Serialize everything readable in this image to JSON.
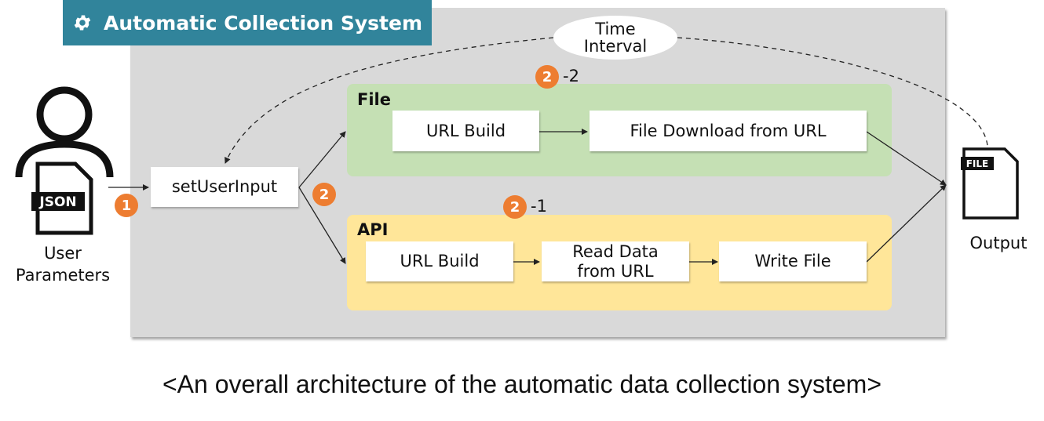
{
  "system": {
    "title": "Automatic Collection System",
    "icon": "gear-icon"
  },
  "time_interval": "Time\nInterval",
  "user": {
    "json_tag": "JSON",
    "label_line1": "User",
    "label_line2": "Parameters"
  },
  "set_user_input": "setUserInput",
  "file_group": {
    "label": "File",
    "url_build": "URL Build",
    "download": "File Download from URL"
  },
  "api_group": {
    "label": "API",
    "url_build": "URL Build",
    "read_line1": "Read Data",
    "read_line2": "from URL",
    "write": "Write File"
  },
  "badges": {
    "one": "1",
    "two": "2",
    "two_a": "2",
    "two_a_suffix": "-1",
    "two_b": "2",
    "two_b_suffix": "-2"
  },
  "output": {
    "file_tag": "FILE",
    "label": "Output"
  },
  "caption": "<An overall architecture of the automatic data collection system>",
  "colors": {
    "title_bar": "#31849b",
    "system_bg": "#d9d9d9",
    "file_group": "#c5e0b4",
    "api_group": "#ffe699",
    "badge": "#ed7d31"
  }
}
